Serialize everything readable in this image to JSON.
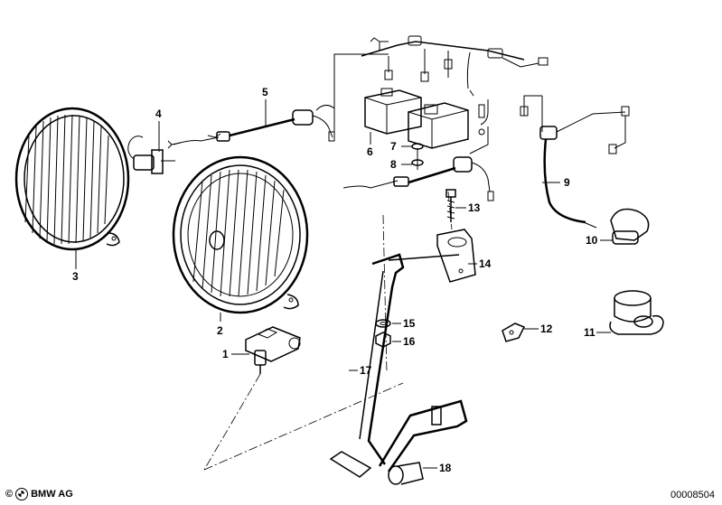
{
  "diagram": {
    "callouts": [
      {
        "id": "c1",
        "text": "1"
      },
      {
        "id": "c2",
        "text": "2"
      },
      {
        "id": "c3",
        "text": "3"
      },
      {
        "id": "c4",
        "text": "4"
      },
      {
        "id": "c5",
        "text": "5"
      },
      {
        "id": "c6",
        "text": "6"
      },
      {
        "id": "c7",
        "text": "7"
      },
      {
        "id": "c8",
        "text": "8"
      },
      {
        "id": "c9",
        "text": "9"
      },
      {
        "id": "c10",
        "text": "10"
      },
      {
        "id": "c11",
        "text": "11"
      },
      {
        "id": "c12",
        "text": "12"
      },
      {
        "id": "c13",
        "text": "13"
      },
      {
        "id": "c14",
        "text": "14"
      },
      {
        "id": "c15",
        "text": "15"
      },
      {
        "id": "c16",
        "text": "16"
      },
      {
        "id": "c17",
        "text": "17"
      },
      {
        "id": "c18",
        "text": "18"
      }
    ]
  },
  "footer": {
    "brand": "BMW AG",
    "copyright_symbol": "©",
    "doc_number": "00008504"
  }
}
